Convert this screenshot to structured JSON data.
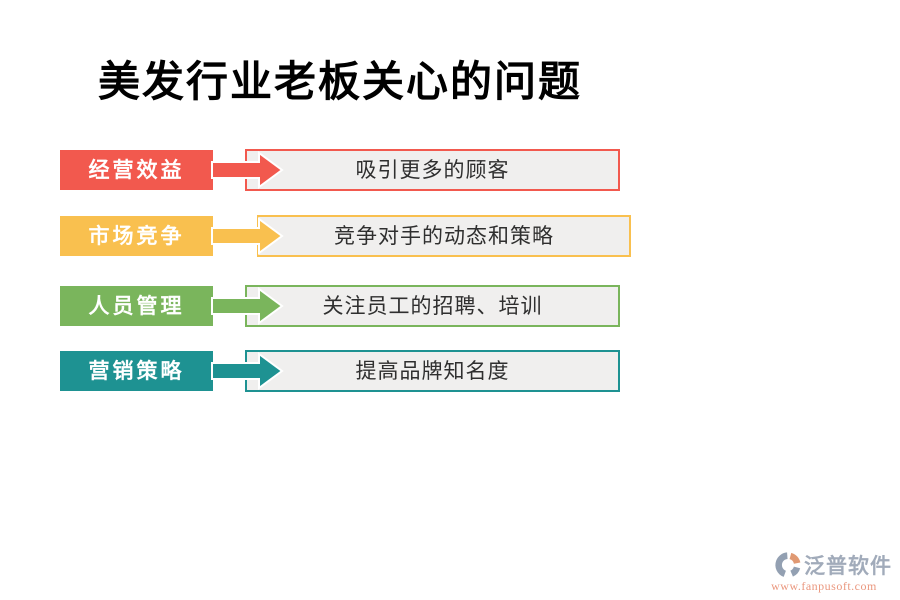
{
  "title": "美发行业老板关心的问题",
  "rows": [
    {
      "label": "经营效益",
      "text": "吸引更多的顾客",
      "color": "#F2594E"
    },
    {
      "label": "市场竞争",
      "text": "竞争对手的动态和策略",
      "color": "#F9C04F"
    },
    {
      "label": "人员管理",
      "text": "关注员工的招聘、培训",
      "color": "#7AB55C"
    },
    {
      "label": "营销策略",
      "text": "提高品牌知名度",
      "color": "#1E9292"
    }
  ],
  "box_fill": "#F0EFEE",
  "text_color": "#2F2F2F",
  "watermark": {
    "brand": "泛普软件",
    "website": "www.fanpusoft.com",
    "brand_color": "#9AA4B5",
    "website_color": "#E98F74",
    "icon": "fanpu-logo-swirl-icon",
    "icon_slate": "#8A99AC",
    "icon_orange": "#DE9168"
  }
}
